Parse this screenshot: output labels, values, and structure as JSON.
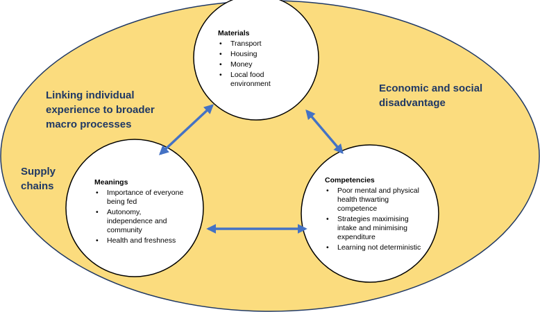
{
  "labels": {
    "linking": "Linking individual experience to broader macro processes",
    "economic": "Economic and social disadvantage",
    "supply": "Supply chains"
  },
  "materials": {
    "title": "Materials",
    "items": [
      "Transport",
      "Housing",
      "Money",
      "Local food environment"
    ]
  },
  "meanings": {
    "title": "Meanings",
    "items": [
      "Importance of everyone being fed",
      "Autonomy, independence and community",
      "Health and freshness"
    ]
  },
  "competencies": {
    "title": "Competencies",
    "items": [
      "Poor mental and physical health thwarting competence",
      "Strategies maximising intake and minimising expenditure",
      "Learning not deterministic"
    ]
  },
  "colors": {
    "outer_fill": "#fbdc7e",
    "outer_stroke": "#1f3864",
    "circle_fill": "#ffffff",
    "circle_stroke": "#000000",
    "arrow": "#4472c4",
    "label_text": "#1f3864"
  }
}
